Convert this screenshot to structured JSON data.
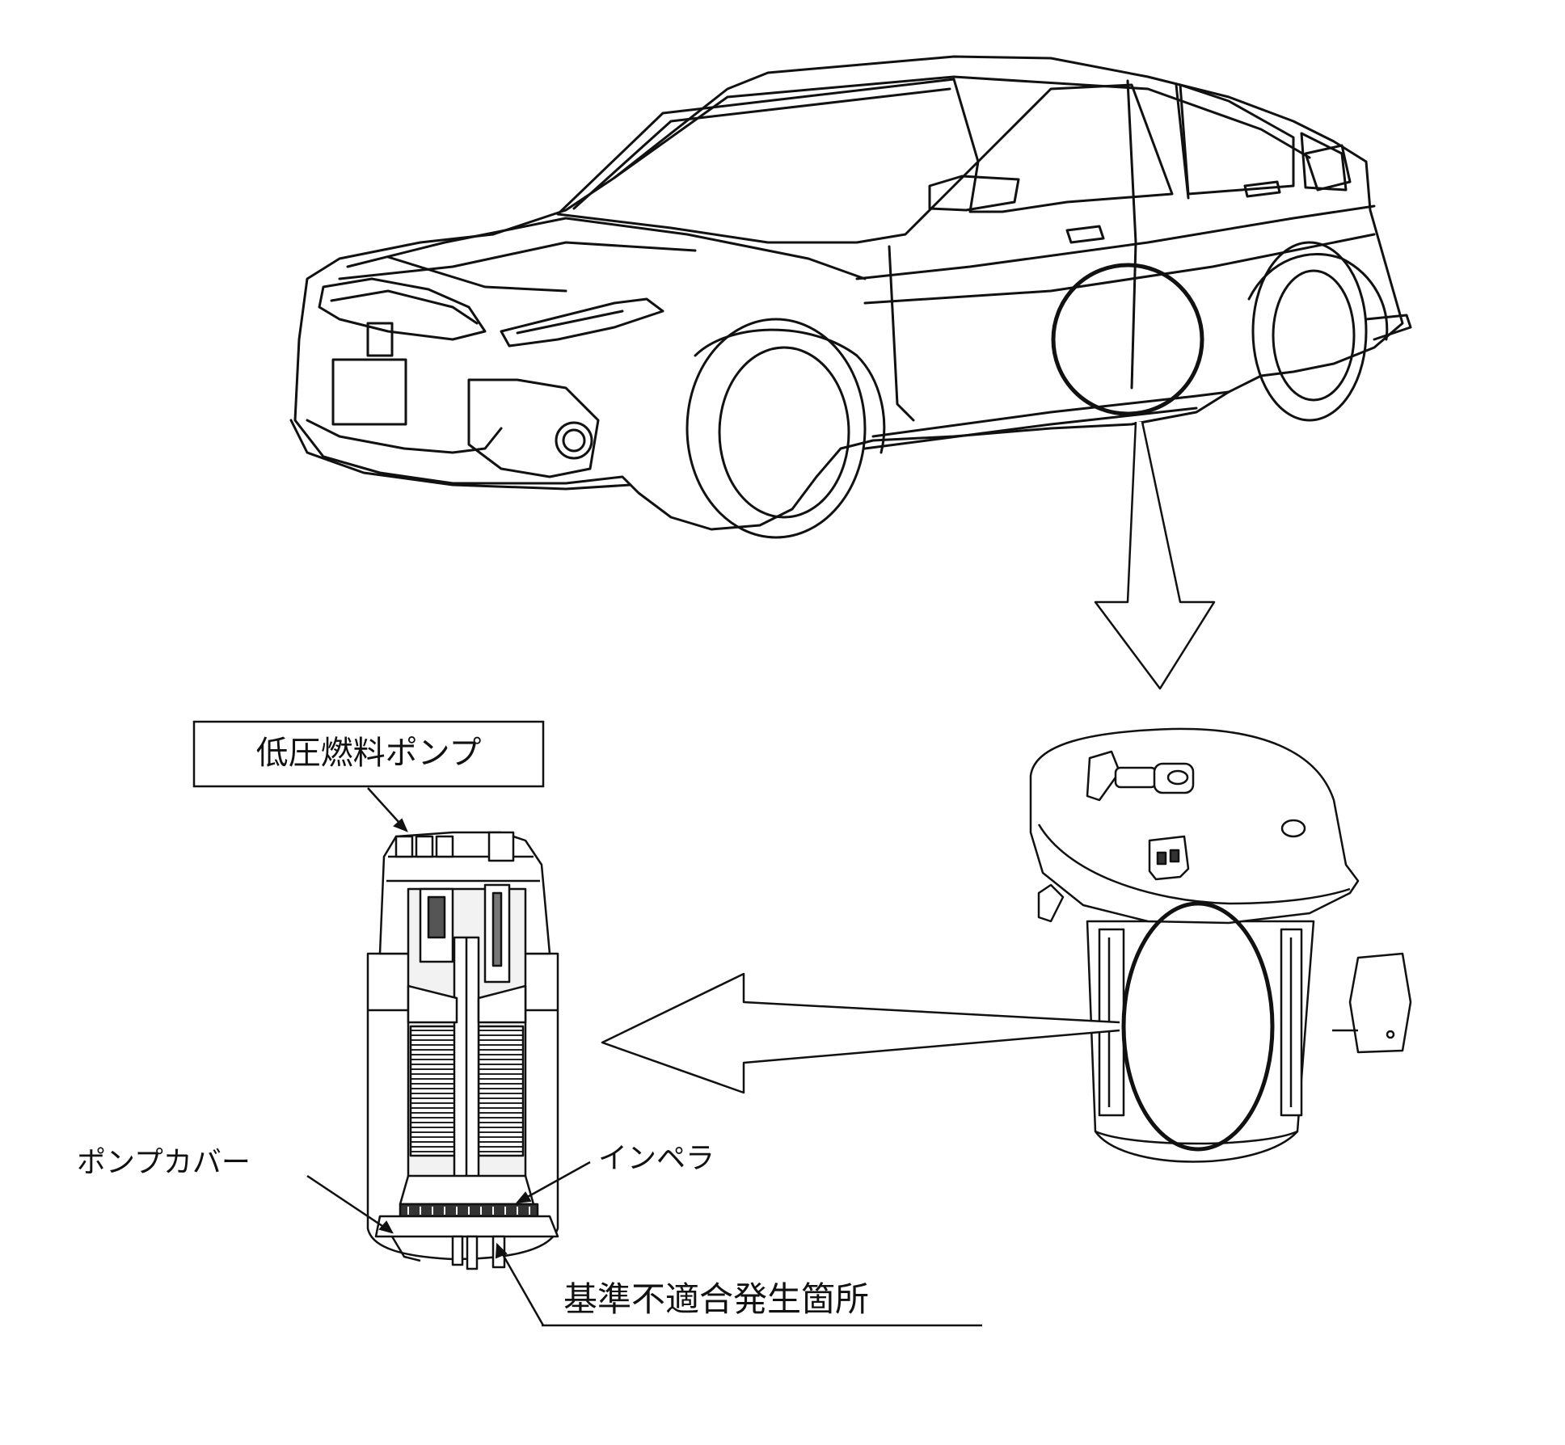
{
  "labels": {
    "low_pressure_fuel_pump": "低圧燃料ポンプ",
    "pump_cover": "ポンプカバー",
    "impeller": "インペラ",
    "nonconformity_location": "基準不適合発生箇所"
  },
  "colors": {
    "line": "#111111",
    "dark_fill": "#333333",
    "background": "#ffffff"
  }
}
